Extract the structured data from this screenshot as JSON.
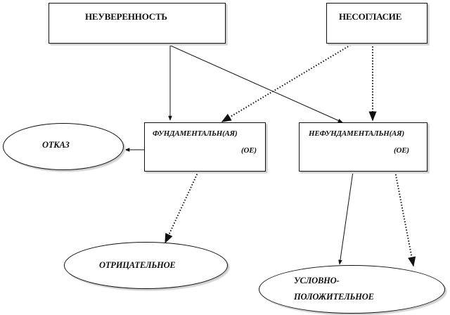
{
  "nodes": {
    "uncertainty": "НЕУВЕРЕННОСТЬ",
    "disagreement": "НЕСОГЛАСИЕ",
    "fundamental_line1": "ФУНДАМЕНТАЛЬН(АЯ)",
    "fundamental_line2": "(ОЕ)",
    "nonfundamental_line1": "НЕФУНДАМЕНТАЛЬН(АЯ)",
    "nonfundamental_line2": "(ОЕ)",
    "refusal": "ОТКАЗ",
    "negative": "ОТРИЦАТЕЛЬНОЕ",
    "conditional_line1": "УСЛОВНО-",
    "conditional_line2": "ПОЛОЖИТЕЛЬНОЕ"
  },
  "edges": [
    {
      "from": "uncertainty",
      "to": "fundamental",
      "style": "solid"
    },
    {
      "from": "uncertainty",
      "to": "nonfundamental",
      "style": "solid"
    },
    {
      "from": "disagreement",
      "to": "fundamental",
      "style": "dotted"
    },
    {
      "from": "disagreement",
      "to": "nonfundamental",
      "style": "dotted"
    },
    {
      "from": "fundamental",
      "to": "refusal",
      "style": "solid"
    },
    {
      "from": "fundamental",
      "to": "negative",
      "style": "dotted"
    },
    {
      "from": "nonfundamental",
      "to": "conditional",
      "style": "solid"
    },
    {
      "from": "nonfundamental",
      "to": "conditional",
      "style": "dotted"
    }
  ]
}
